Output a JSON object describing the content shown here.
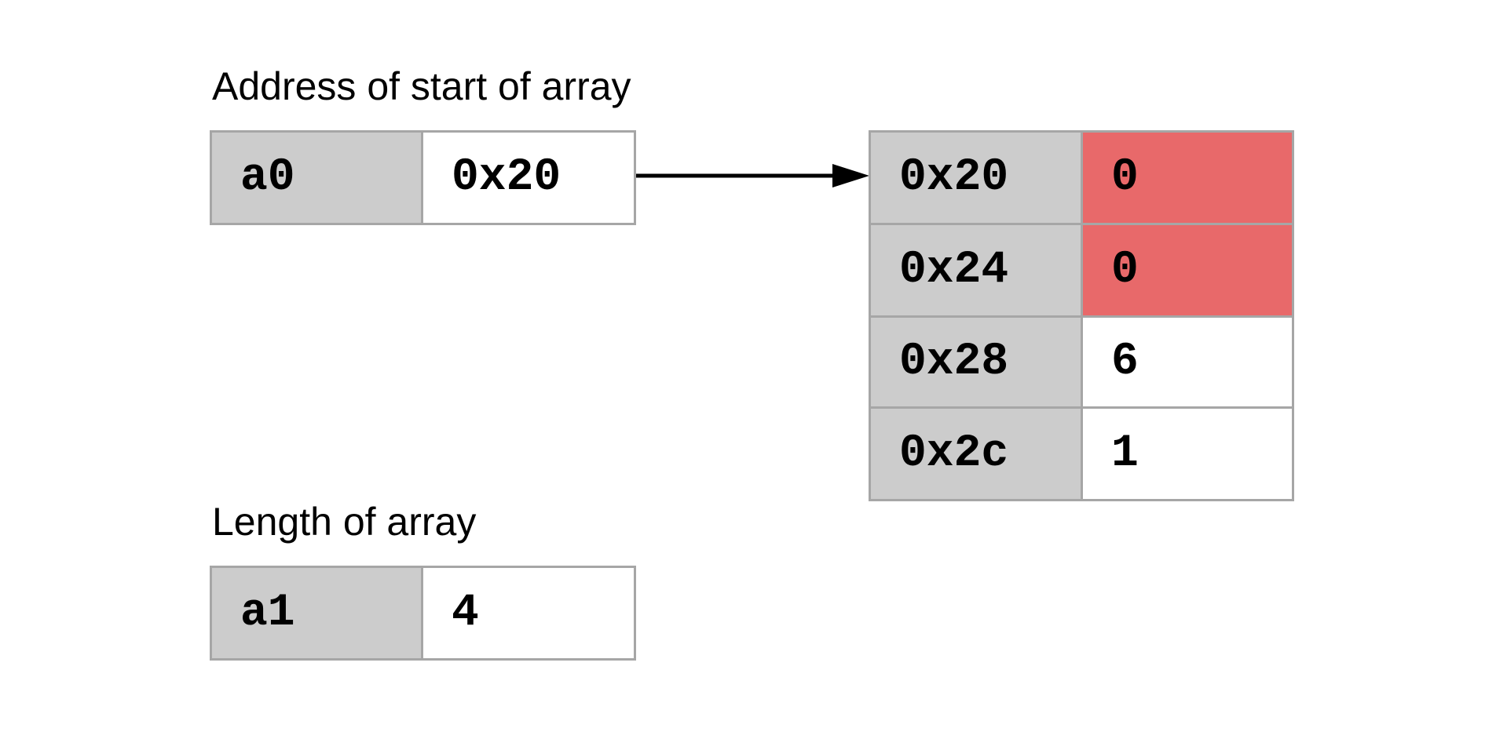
{
  "registers": {
    "start": {
      "caption": "Address of start of array",
      "name": "a0",
      "value": "0x20"
    },
    "length": {
      "caption": "Length of array",
      "name": "a1",
      "value": "4"
    }
  },
  "memory": {
    "rows": [
      {
        "address": "0x20",
        "value": "0",
        "highlighted": true
      },
      {
        "address": "0x24",
        "value": "0",
        "highlighted": true
      },
      {
        "address": "0x28",
        "value": "6",
        "highlighted": false
      },
      {
        "address": "0x2c",
        "value": "1",
        "highlighted": false
      }
    ]
  },
  "colors": {
    "register_name_bg": "#cccccc",
    "value_bg": "#ffffff",
    "highlight_bg": "#e8696a",
    "border": "#a6a6a6",
    "arrow": "#000000"
  }
}
